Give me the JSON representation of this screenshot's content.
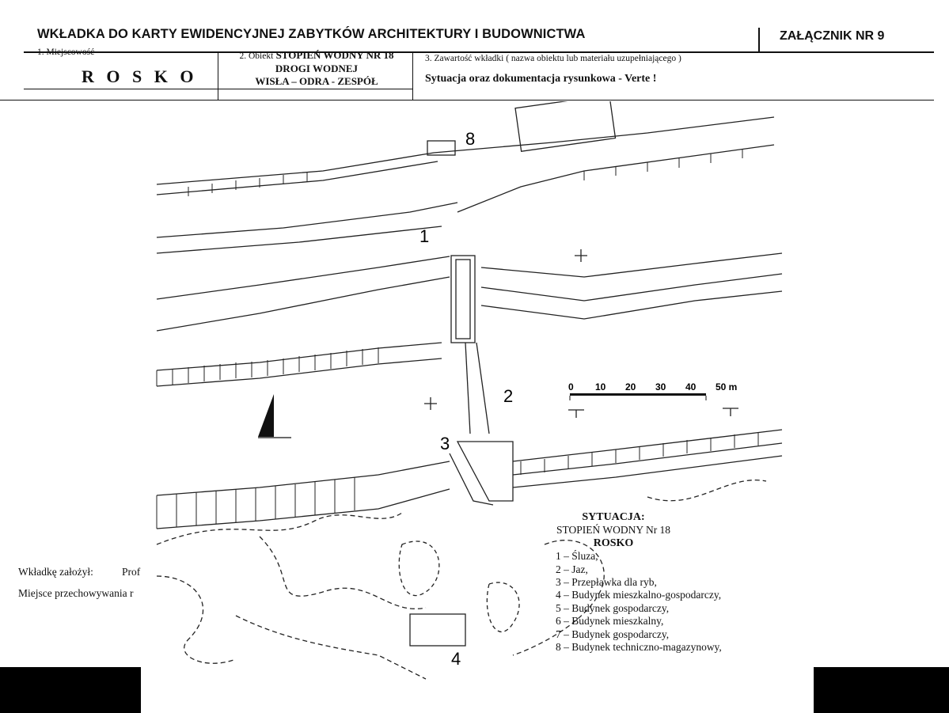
{
  "header": {
    "title": "WKŁADKA DO KARTY EWIDENCYJNEJ ZABYTKÓW ARCHITEKTURY I BUDOWNICTWA",
    "annex": "ZAŁĄCZNIK NR 9"
  },
  "fields": {
    "locality_label": "1. Miejscowość",
    "locality_value": "R O S K O",
    "object_prefix": "2. Obiekt",
    "object_name_1": "STOPIEŃ WODNY NR 18",
    "object_name_2": "DROGI WODNEJ",
    "object_name_3": "WISŁA – ODRA - ZESPÓŁ",
    "content_label": "3. Zawartość wkładki ( nazwa obiektu lub materiału uzupełniającego )",
    "content_value": "Sytuacja oraz dokumentacja rysunkowa - Verte !"
  },
  "footer": {
    "created_by": "Wkładkę założył:",
    "created_by_value": "Prof",
    "storage": "Miejsce przechowywania r"
  },
  "map": {
    "markers": [
      "1",
      "2",
      "3",
      "4",
      "8"
    ],
    "scale_labels": [
      "0",
      "10",
      "20",
      "30",
      "40",
      "50 m"
    ],
    "north_arrow": "north-arrow-icon"
  },
  "legend": {
    "title": "SYTUACJA:",
    "subtitle": "STOPIEŃ WODNY Nr 18",
    "place": "ROSKO",
    "items": [
      "1 – Śluza,",
      "2 – Jaz,",
      "3 – Przepławka dla ryb,",
      "4 – Budynek mieszkalno-gospodarczy,",
      "5 – Budynek gospodarczy,",
      "6 – Budynek mieszkalny,",
      "7 – Budynek gospodarczy,",
      "8 – Budynek techniczno-magazynowy,"
    ]
  }
}
